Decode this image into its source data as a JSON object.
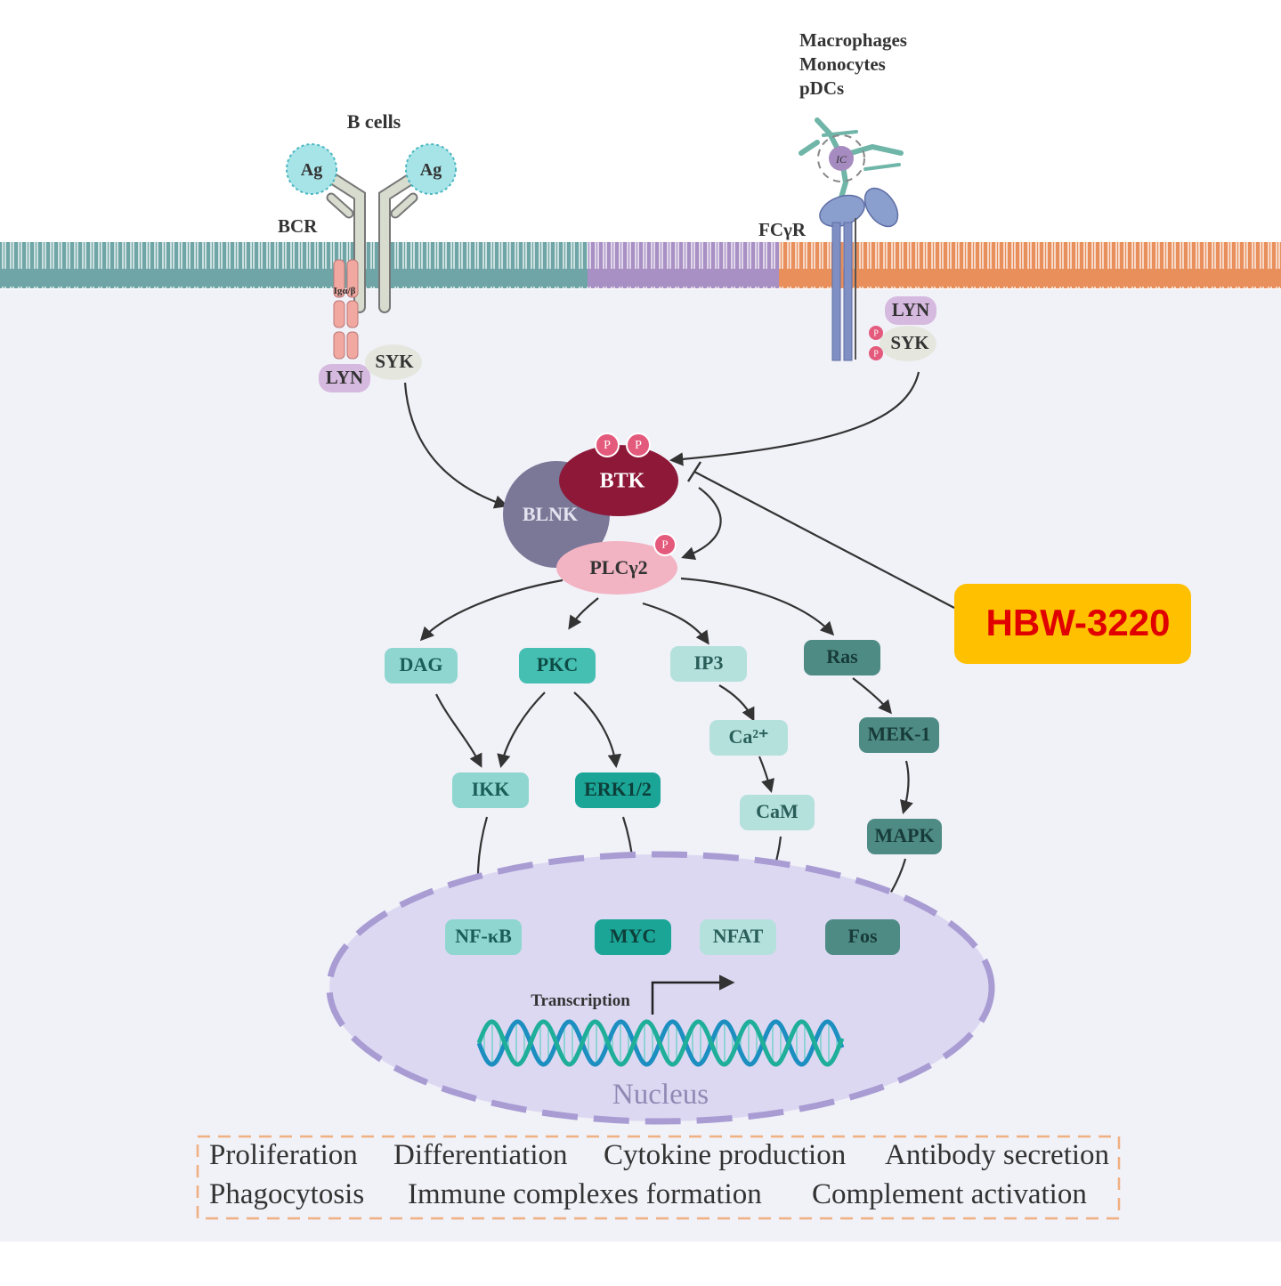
{
  "colors": {
    "membrane_teal": "#6fa5a6",
    "membrane_purple": "#a88fc4",
    "membrane_orange": "#e88f5c",
    "cytoplasm": "#f1f1f8",
    "nucleus": "#ddd8f2",
    "btk": "#8d1838",
    "blnk": "#7a7797",
    "plcg2": "#f2b3c2",
    "drug_bg": "#ffc000",
    "drug_text": "#e00000",
    "phospho": "#e45a7c",
    "teal_light": "#8fd6d0",
    "teal_mid": "#46bfb3",
    "teal_dark": "#1aa597",
    "slate_teal": "#4f8b85",
    "pale_teal": "#b4e1dc"
  },
  "cell_labels": {
    "b_cells": "B cells",
    "macrophages": "Macrophages",
    "monocytes": "Monocytes",
    "pdcs": "pDCs"
  },
  "receptors": {
    "bcr": "BCR",
    "fcgr": "FCγR",
    "ag": "Ag",
    "igab": "Igα/β",
    "ic": "IC"
  },
  "kinases": {
    "lyn": "LYN",
    "syk": "SYK",
    "btk": "BTK",
    "blnk": "BLNK",
    "plcg2": "PLCγ2",
    "p": "P"
  },
  "drug": {
    "label": "HBW-3220"
  },
  "nodes": {
    "dag": "DAG",
    "pkc": "PKC",
    "ip3": "IP3",
    "ras": "Ras",
    "ca": "Ca²⁺",
    "mek1": "MEK-1",
    "ikk": "IKK",
    "erk": "ERK1/2",
    "cam": "CaM",
    "mapk": "MAPK",
    "nfkb": "NF-κB",
    "myc": "MYC",
    "nfat": "NFAT",
    "fos": "Fos"
  },
  "nucleus": {
    "transcription": "Transcription",
    "label": "Nucleus"
  },
  "outcomes": {
    "row1": [
      "Proliferation",
      "Differentiation",
      "Cytokine production",
      "Antibody secretion"
    ],
    "row2": [
      "Phagocytosis",
      "Immune complexes formation",
      "Complement activation"
    ]
  }
}
